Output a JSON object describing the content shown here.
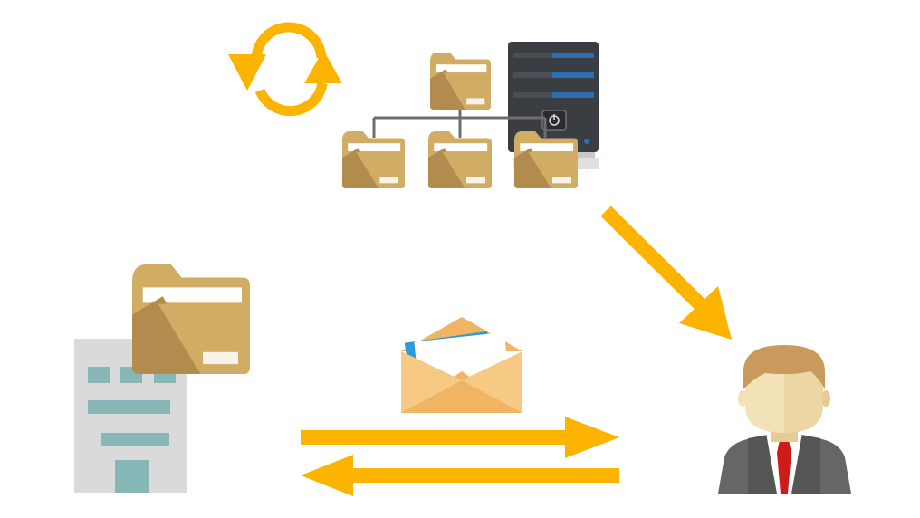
{
  "diagram": {
    "nodes": [
      {
        "id": "server-repository",
        "icon": "server-icon"
      },
      {
        "id": "folder-tree",
        "icon": "folder-icon",
        "count": 4
      },
      {
        "id": "office-building",
        "icon": "building-icon"
      },
      {
        "id": "office-folder",
        "icon": "folder-icon"
      },
      {
        "id": "email",
        "icon": "envelope-icon"
      },
      {
        "id": "user",
        "icon": "businessman-icon"
      }
    ],
    "edges": [
      {
        "from": "server-repository",
        "to": "user",
        "style": "diagonal-arrow"
      },
      {
        "from": "office-building",
        "to": "user",
        "style": "right-arrow"
      },
      {
        "from": "user",
        "to": "office-building",
        "style": "left-arrow"
      }
    ],
    "decorations": [
      {
        "id": "sync",
        "icon": "sync-icon"
      }
    ]
  },
  "colors": {
    "accent": "#FDB400",
    "folder": "#D0AC64",
    "folder_dark": "#B18C4E",
    "folder_tab": "#C9A25B",
    "server": "#3A3D42",
    "server_light": "#4A4E55",
    "server_slot": "#2C6EB0",
    "connector": "#6E6E6E",
    "building": "#DADADA",
    "building_window": "#87B6B6",
    "envelope": "#F6C985",
    "envelope_dark": "#F0B463",
    "paper": "#FFFFFF",
    "paper_blue": "#2E9BD6",
    "skin": "#F3E2B8",
    "skin_shadow": "#E6CC92",
    "hair": "#C99A5B",
    "suit": "#666666",
    "suit_dark": "#555555",
    "shirt": "#FFFFFF",
    "tie": "#D01B1B"
  }
}
